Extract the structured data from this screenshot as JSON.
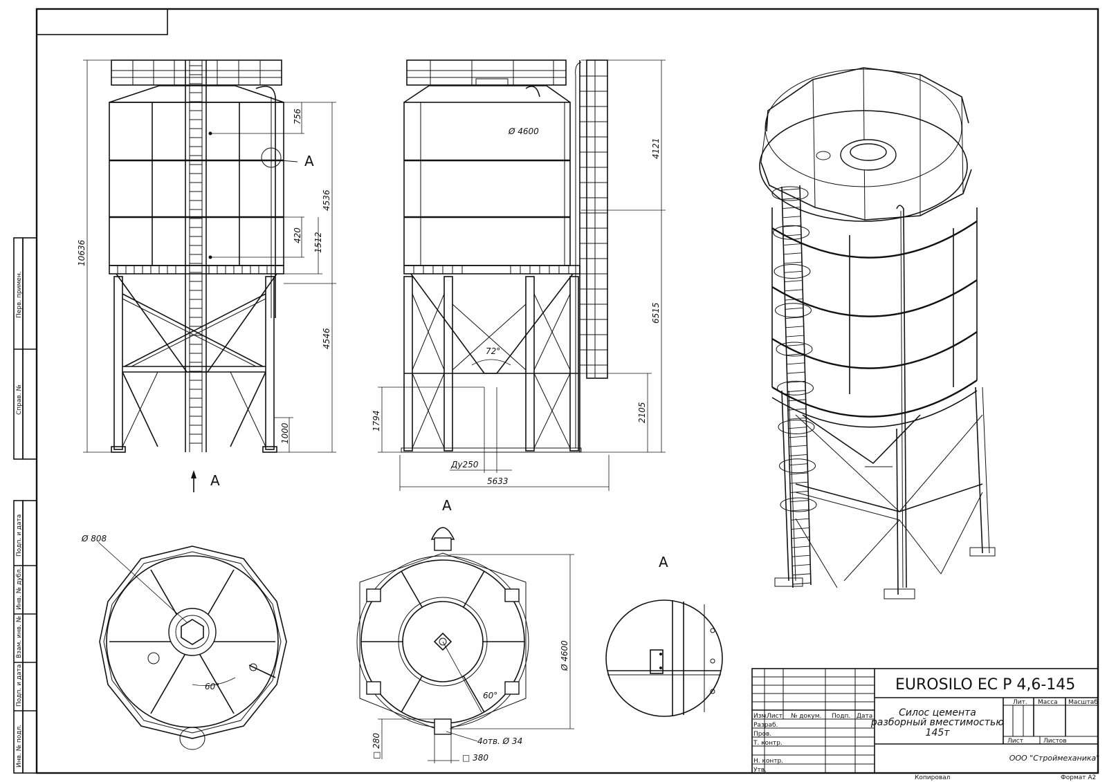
{
  "views": {
    "view_a_label": "А",
    "arrow_label": "А",
    "section_label": "А",
    "detail_label": "А",
    "callout_label": "А"
  },
  "dimensions": {
    "d756": "756",
    "d4536": "4536",
    "d1512": "1512",
    "d420": "420",
    "d4546": "4546",
    "d1000": "1000",
    "d10636": "10636",
    "d4121": "4121",
    "d6515": "6515",
    "d2105": "2105",
    "d1794": "1794",
    "d5633": "5633",
    "du250": "Ду250",
    "dia4600": "Ø 4600",
    "angle72": "72°",
    "dia808": "Ø 808",
    "angle60a": "60°",
    "angle60b": "60°",
    "dia4600b": "Ø 4600",
    "holes": "4отв. Ø 34",
    "sq280": "□ 280",
    "sq380": "□ 380"
  },
  "side_stamp": [
    "Перв. примен.",
    "Справ. №",
    "Подп. и дата",
    "Инв. № дубл.",
    "Взам. инв. №",
    "Подп. и дата",
    "Инв. № подл."
  ],
  "title_block": {
    "designation": "EUROSILO EC P 4,6-145",
    "name_line1": "Силос цемента",
    "name_line2": "разборный вместимостью",
    "name_line3": "145т",
    "col_izm": "Изм.",
    "col_list": "Лист",
    "col_docnum": "№ докум.",
    "col_podp": "Подп.",
    "col_date": "Дата",
    "row_razrab": "Разраб.",
    "row_prov": "Пров.",
    "row_tkontr": "Т. контр.",
    "row_nkontr": "Н. контр.",
    "row_utv": "Утв.",
    "lit": "Лит.",
    "massa": "Масса",
    "masshtab": "Масштаб",
    "list": "Лист",
    "listov": "Листов",
    "company": "ООО \"Строймеханика\"",
    "kopiroval": "Копировал",
    "format": "Формат А2"
  }
}
